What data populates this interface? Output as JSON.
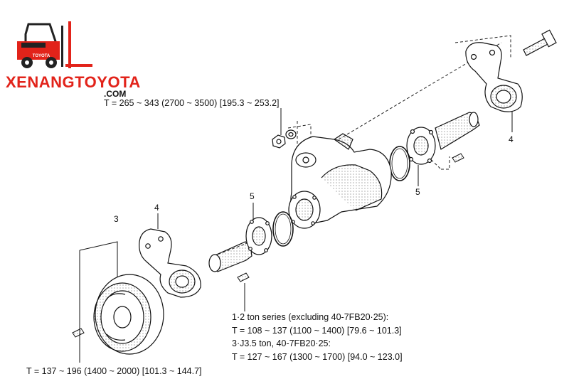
{
  "brand": {
    "name": "XENANGTOYOTA",
    "domain": ".COM",
    "badge": "TOYOTA",
    "accent_color": "#e2231a"
  },
  "callouts": {
    "part3": "3",
    "part4_left": "4",
    "part5_left": "5",
    "part5_right": "5",
    "part4_right": "4"
  },
  "torques": {
    "top_nut": "T = 265 ~ 343 (2700 ~ 3500) [195.3 ~ 253.2]",
    "series_line1": "1·2 ton series (excluding 40-7FB20·25):",
    "series_line2": "T = 108 ~ 137 (1100 ~ 1400) [79.6 ~ 101.3]",
    "series_line3": "3·J3.5 ton, 40-7FB20·25:",
    "series_line4": "T = 127 ~ 167 (1300 ~ 1700) [94.0 ~ 123.0]",
    "brake_bolt": "T = 137 ~ 196 (1400 ~ 2000) [101.3 ~ 144.7]"
  }
}
